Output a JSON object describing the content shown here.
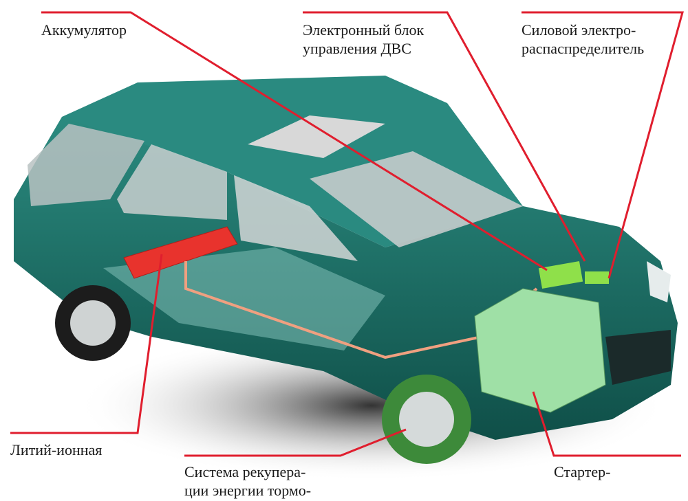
{
  "labels": {
    "battery": "Аккумулятор",
    "ecu_line1": "Электронный блок",
    "ecu_line2": "управления ДВС",
    "power_line1": "Силовой электро-",
    "power_line2": "распаспределитель",
    "lithium": "Литий-ионная",
    "regen_line1": "Система рекупера-",
    "regen_line2": "ции энергии тормо-",
    "starter": "Стартер-"
  },
  "colors": {
    "leader": "#e01e2e",
    "body": "#1f6e66",
    "battery_pack": "#e8332d",
    "engine": "#9fe0a6"
  }
}
